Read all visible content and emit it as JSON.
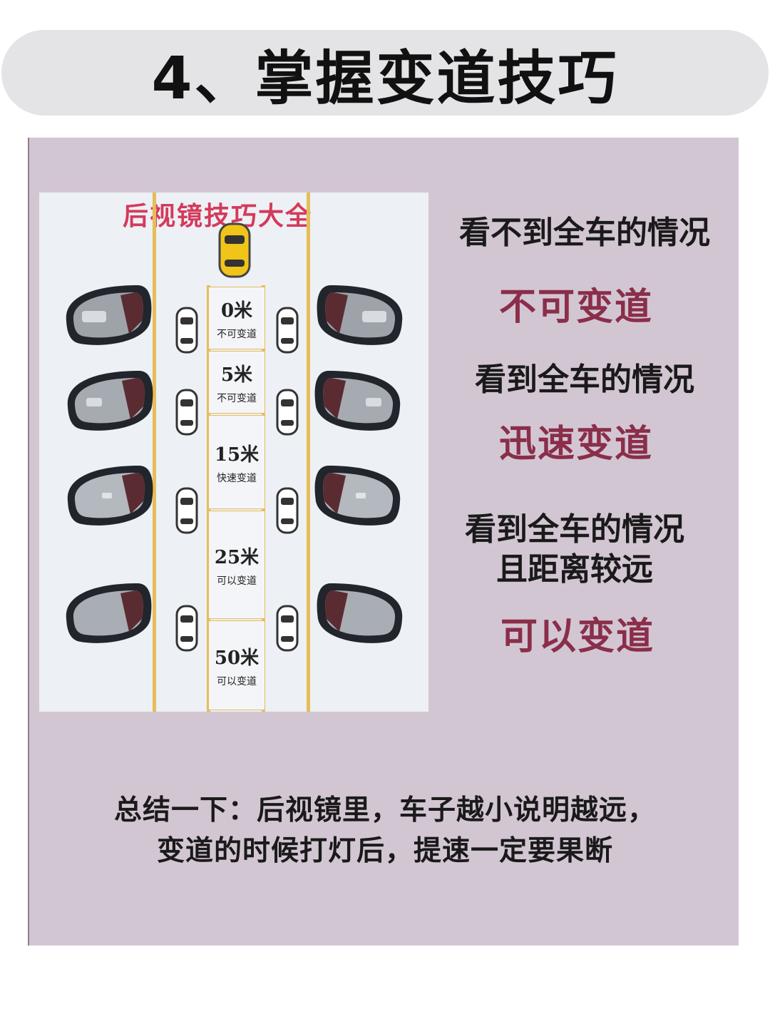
{
  "title": "4、掌握变道技巧",
  "diagram": {
    "heading": "后视镜技巧大全",
    "boxes": [
      {
        "distance": "0米",
        "note": "不可变道"
      },
      {
        "distance": "5米",
        "note": "不可变道"
      },
      {
        "distance": "15米",
        "note": "快速变道"
      },
      {
        "distance": "25米",
        "note": "可以变道"
      },
      {
        "distance": "50米",
        "note": "可以变道"
      }
    ]
  },
  "right_panel": {
    "case1": {
      "condition": "看不到全车的情况",
      "action": "不可变道"
    },
    "case2": {
      "condition": "看到全车的情况",
      "action": "迅速变道"
    },
    "case3": {
      "condition_line1": "看到全车的情况",
      "condition_line2": "且距离较远",
      "action": "可以变道"
    }
  },
  "summary": {
    "line1": "总结一下：后视镜里，车子越小说明越远，",
    "line2": "变道的时候打灯后，提速一定要果断"
  },
  "colors": {
    "card_bg": "#d3c6d3",
    "lane_yellow": "#e6bd57",
    "heading_red": "#d43a5b",
    "action_red": "#8a2e4a",
    "ego_car": "#f0c419"
  }
}
